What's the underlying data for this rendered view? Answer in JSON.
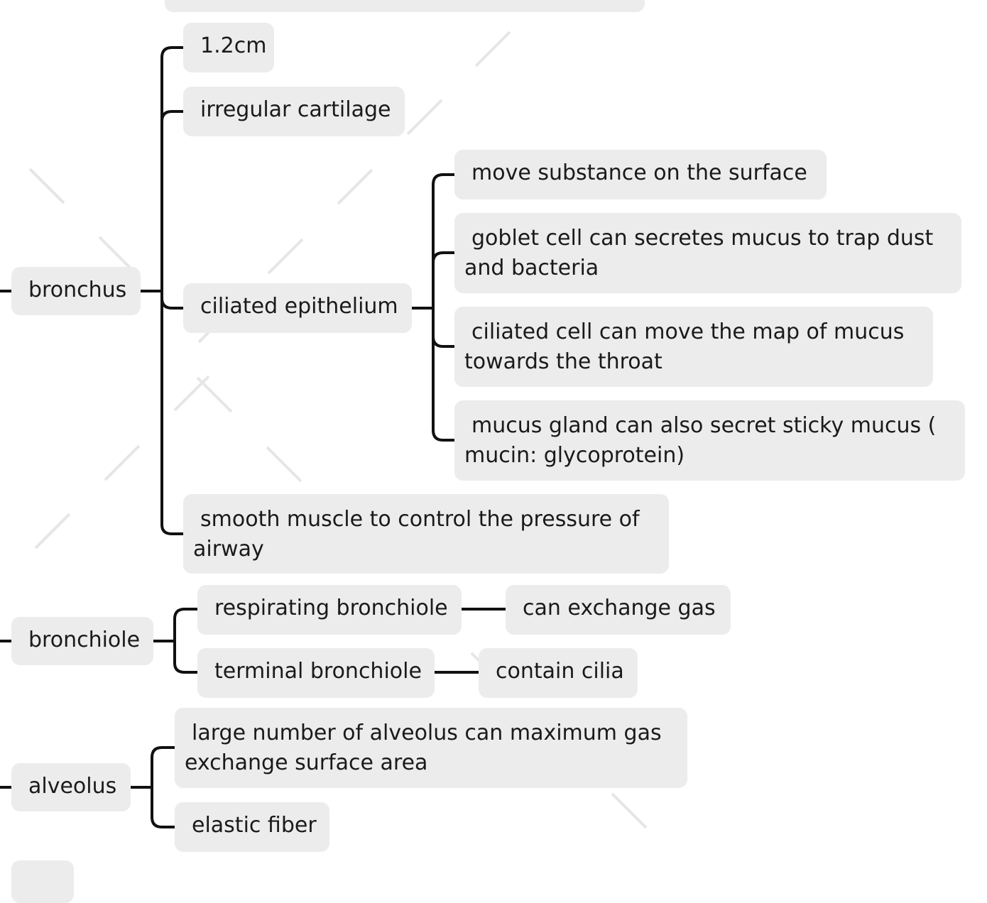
{
  "mindmap": {
    "top_stub_label": "",
    "bronchus": {
      "label": "bronchus",
      "children": {
        "diameter": "1.2cm",
        "cartilage": "irregular cartilage",
        "epithelium": {
          "label": "ciliated epithelium",
          "children": [
            "move substance on the surface",
            "goblet cell can secretes mucus to trap dust and bacteria",
            "ciliated cell can move the map of mucus towards the throat",
            "mucus gland can also secret sticky mucus ( mucin: glycoprotein)"
          ]
        },
        "muscle": "smooth muscle to control the pressure of airway"
      }
    },
    "bronchiole": {
      "label": "bronchiole",
      "children": [
        {
          "label": "respirating bronchiole",
          "child": "can exchange gas"
        },
        {
          "label": "terminal bronchiole",
          "child": "contain cilia"
        }
      ]
    },
    "alveolus": {
      "label": "alveolus",
      "children": [
        "large number of alveolus can maximum gas exchange surface area",
        "elastic fiber"
      ]
    }
  },
  "colors": {
    "node_fill": "#ececec",
    "connector": "#111111",
    "text": "#1a1a1a",
    "watermark": "#e6e6e6"
  }
}
